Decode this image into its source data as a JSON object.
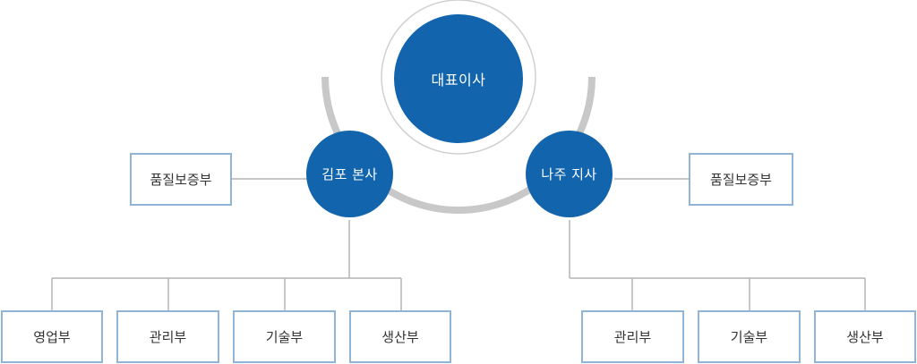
{
  "ceo": {
    "label": "대표이사"
  },
  "gimpo": {
    "label": "김포 본사",
    "qa": "품질보증부",
    "departments": [
      "영업부",
      "관리부",
      "기술부",
      "생산부"
    ]
  },
  "naju": {
    "label": "나주 지사",
    "qa": "품질보증부",
    "departments": [
      "관리부",
      "기술부",
      "생산부"
    ]
  },
  "colors": {
    "node_fill": "#1265ad",
    "box_border": "#8fb4d6",
    "arc": "#c8c8c8",
    "connector": "#b4b4b4"
  }
}
